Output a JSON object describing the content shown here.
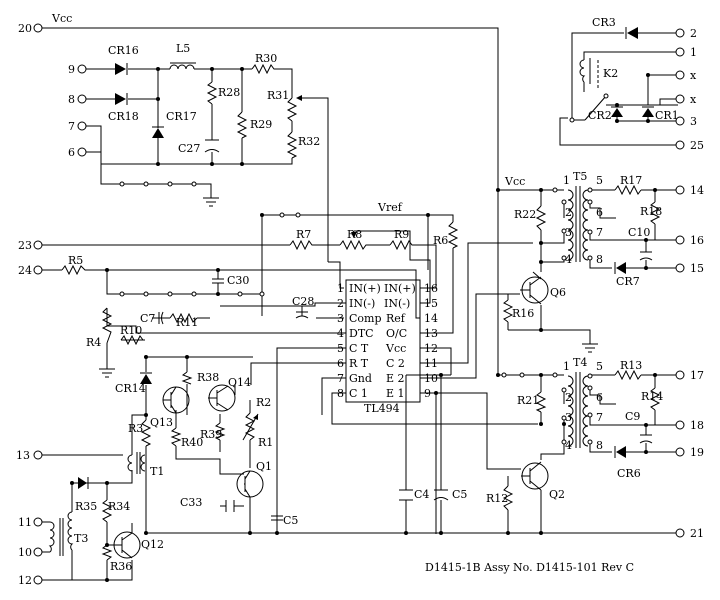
{
  "footer": "D1415-1B   Assy No. D1415-101 Rev C",
  "vcc_label": "Vcc",
  "vref_label": "Vref",
  "ic": {
    "name": "TL494",
    "left_pins": [
      {
        "num": "1",
        "name": "IN(+)"
      },
      {
        "num": "2",
        "name": "IN(-)"
      },
      {
        "num": "3",
        "name": "Comp"
      },
      {
        "num": "4",
        "name": "DTC"
      },
      {
        "num": "5",
        "name": "C T"
      },
      {
        "num": "6",
        "name": "R T"
      },
      {
        "num": "7",
        "name": "Gnd"
      },
      {
        "num": "8",
        "name": "C 1"
      }
    ],
    "right_pins": [
      {
        "num": "16",
        "name": "IN(+)"
      },
      {
        "num": "15",
        "name": "IN(-)"
      },
      {
        "num": "14",
        "name": "Ref"
      },
      {
        "num": "13",
        "name": "O/C"
      },
      {
        "num": "12",
        "name": "Vcc"
      },
      {
        "num": "11",
        "name": "C 2"
      },
      {
        "num": "10",
        "name": "E 2"
      },
      {
        "num": "9",
        "name": "E 1"
      }
    ]
  },
  "terminals": {
    "t20": "20",
    "t9": "9",
    "t8": "8",
    "t7": "7",
    "t6": "6",
    "t23": "23",
    "t24": "24",
    "t13": "13",
    "t11": "11",
    "t10": "10",
    "t12": "12",
    "t2": "2",
    "t1": "1",
    "tx1": "x",
    "tx2": "x",
    "t3": "3",
    "t25": "25",
    "t14": "14",
    "t16": "16",
    "t15": "15",
    "t17": "17",
    "t18": "18",
    "t19": "19",
    "t21": "21"
  },
  "components": {
    "CR16": "CR16",
    "L5": "L5",
    "R30": "R30",
    "R31": "R31",
    "CR18": "CR18",
    "CR17": "CR17",
    "R28": "R28",
    "R29": "R29",
    "C27": "C27",
    "R32": "R32",
    "R7": "R7",
    "R8": "R8",
    "R9": "R9",
    "R6": "R6",
    "R5": "R5",
    "C30": "C30",
    "C28": "C28",
    "C7": "C7",
    "R11": "R11",
    "R10": "R10",
    "R4": "R4",
    "CR14": "CR14",
    "R38": "R38",
    "Q14": "Q14",
    "Q13": "Q13",
    "R3": "R3",
    "R40": "R40",
    "R39": "R39",
    "R2": "R2",
    "R1": "R1",
    "T1": "T1",
    "Q1": "Q1",
    "C33": "C33",
    "C5a": "C5",
    "C4": "C4",
    "C5b": "C5",
    "R35": "R35",
    "R34": "R34",
    "T3": "T3",
    "Q12": "Q12",
    "R36": "R36",
    "CR3": "CR3",
    "K2": "K2",
    "CR2": "CR2",
    "CR1": "CR1",
    "T5": "T5",
    "R17": "R17",
    "R22": "R22",
    "R18": "R18",
    "C10": "C10",
    "CR7": "CR7",
    "Q6": "Q6",
    "R16": "R16",
    "T4": "T4",
    "R13": "R13",
    "R21": "R21",
    "C9": "C9",
    "R14": "R14",
    "CR6": "CR6",
    "Q2": "Q2",
    "R12": "R12"
  },
  "winding_numbers": {
    "t5_1": "1",
    "t5_2": "2",
    "t5_3": "3",
    "t5_4": "4",
    "t5_5": "5",
    "t5_6": "6",
    "t5_7": "7",
    "t5_8": "8",
    "t4_1": "1",
    "t4_2": "2",
    "t4_3": "3",
    "t4_4": "4",
    "t4_5": "5",
    "t4_6": "6",
    "t4_7": "7",
    "t4_8": "8"
  }
}
